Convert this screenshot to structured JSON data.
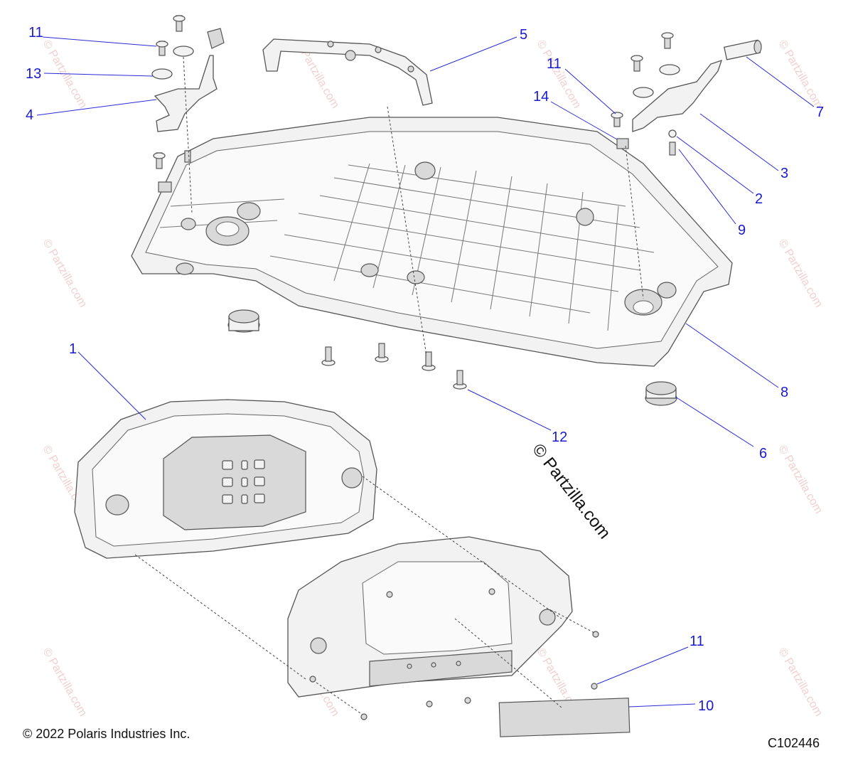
{
  "callouts": [
    {
      "label": "11"
    },
    {
      "label": "13"
    },
    {
      "label": "4"
    },
    {
      "label": "5"
    },
    {
      "label": "11"
    },
    {
      "label": "14"
    },
    {
      "label": "7"
    },
    {
      "label": "3"
    },
    {
      "label": "2"
    },
    {
      "label": "9"
    },
    {
      "label": "8"
    },
    {
      "label": "1"
    },
    {
      "label": "12"
    },
    {
      "label": "6"
    },
    {
      "label": "11"
    },
    {
      "label": "10"
    }
  ],
  "watermark": {
    "center_text": "© Partzilla.com",
    "repeat_text": "© Partzilla.com"
  },
  "footer": {
    "copyright": "© 2022 Polaris Industries Inc.",
    "drawing_number": "C102446"
  },
  "colors": {
    "callout": "#1a1ad0",
    "line_art": "#555555",
    "watermark": "#f0d0d0"
  }
}
